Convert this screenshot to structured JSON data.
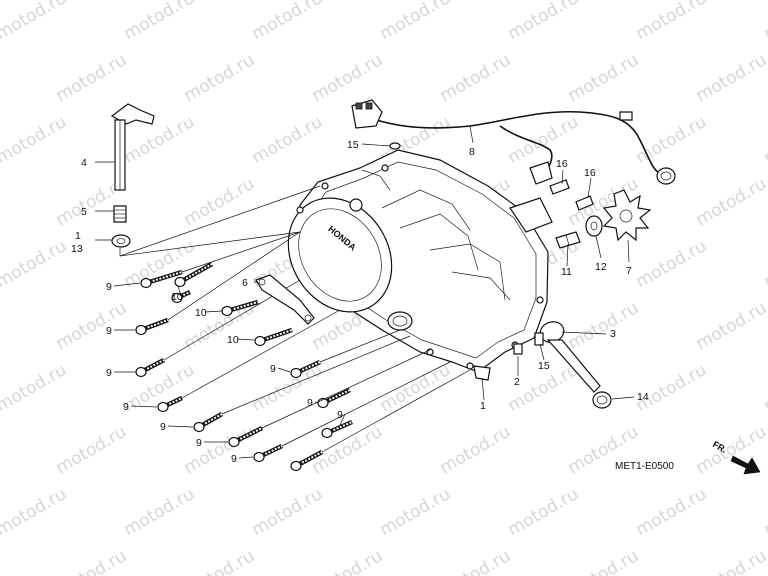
{
  "watermark": "motod.ru",
  "diagram_code": "MET1-E0500",
  "direction_label": "FR.",
  "brand_on_cover": "HONDA",
  "callouts": [
    {
      "id": "c4",
      "text": "4"
    },
    {
      "id": "c5",
      "text": "5"
    },
    {
      "id": "c1a",
      "text": "1"
    },
    {
      "id": "c13",
      "text": "13"
    },
    {
      "id": "c15a",
      "text": "15"
    },
    {
      "id": "c8",
      "text": "8"
    },
    {
      "id": "c16a",
      "text": "16"
    },
    {
      "id": "c16b",
      "text": "16"
    },
    {
      "id": "c11",
      "text": "11"
    },
    {
      "id": "c12",
      "text": "12"
    },
    {
      "id": "c7",
      "text": "7"
    },
    {
      "id": "c9a",
      "text": "9"
    },
    {
      "id": "c10a",
      "text": "10"
    },
    {
      "id": "c6",
      "text": "6"
    },
    {
      "id": "c10b",
      "text": "10"
    },
    {
      "id": "c9b",
      "text": "9"
    },
    {
      "id": "c10c",
      "text": "10"
    },
    {
      "id": "c9c",
      "text": "9"
    },
    {
      "id": "c9d",
      "text": "9"
    },
    {
      "id": "c3",
      "text": "3"
    },
    {
      "id": "c15b",
      "text": "15"
    },
    {
      "id": "c2",
      "text": "2"
    },
    {
      "id": "c1b",
      "text": "1"
    },
    {
      "id": "c14",
      "text": "14"
    },
    {
      "id": "c9e",
      "text": "9"
    },
    {
      "id": "c9f",
      "text": "9"
    },
    {
      "id": "c9g",
      "text": "9"
    },
    {
      "id": "c9h",
      "text": "9"
    },
    {
      "id": "c9i",
      "text": "9"
    },
    {
      "id": "c9j",
      "text": "9"
    }
  ]
}
